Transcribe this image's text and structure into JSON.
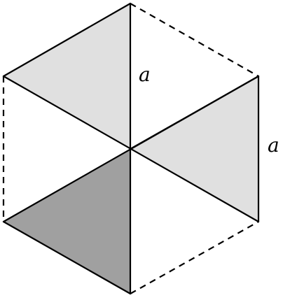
{
  "diagram": {
    "labels": {
      "center_edge": "a",
      "right_edge": "a"
    },
    "colors": {
      "light_triangle": "#e0e0e0",
      "dark_triangle": "#a0a0a0",
      "stroke": "#000000",
      "background": "#ffffff"
    },
    "shaded_regions": [
      {
        "name": "upper-left-triangle",
        "shade": "light"
      },
      {
        "name": "right-triangle",
        "shade": "light"
      },
      {
        "name": "lower-left-triangle",
        "shade": "dark"
      }
    ]
  }
}
